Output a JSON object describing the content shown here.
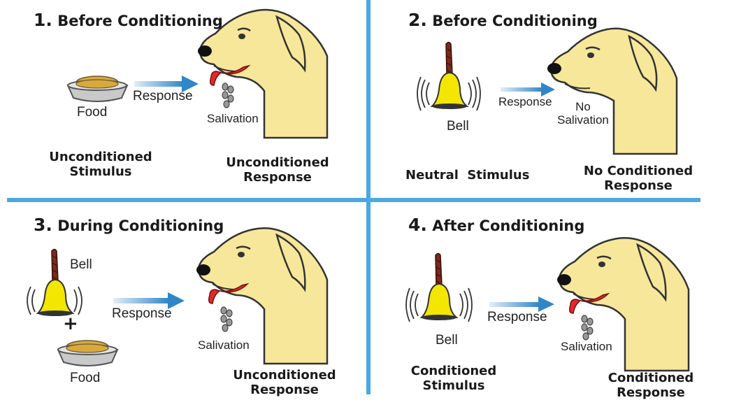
{
  "panels": [
    {
      "number": "1.",
      "title": "Before Conditioning",
      "stimulus_icon": "food-bowl",
      "stimulus_label": "Food",
      "arrow_label": "Response",
      "dog_state": "tongue-out",
      "response_label": "Salivation",
      "stimulus_caption": [
        "Unconditioned",
        "Stimulus"
      ],
      "response_caption": [
        "Unconditioned",
        "Response"
      ]
    },
    {
      "number": "2.",
      "title": "Before Conditioning",
      "stimulus_icon": "bell",
      "stimulus_label": "Bell",
      "arrow_label": "Response",
      "dog_state": "mouth-closed",
      "response_label": [
        "No",
        "Salivation"
      ],
      "stimulus_caption": "Neutral  Stimulus",
      "response_caption": [
        "No Conditioned",
        "Response"
      ]
    },
    {
      "number": "3.",
      "title": "During Conditioning",
      "stimulus_icon": "bell-plus-food",
      "bell_label": "Bell",
      "plus": "+",
      "food_label": "Food",
      "arrow_label": "Response",
      "dog_state": "tongue-out",
      "response_label": "Salivation",
      "response_caption": [
        "Unconditioned",
        "Response"
      ]
    },
    {
      "number": "4.",
      "title": "After Conditioning",
      "stimulus_icon": "bell",
      "stimulus_label": "Bell",
      "arrow_label": "Response",
      "dog_state": "tongue-out",
      "response_label": "Salivation",
      "stimulus_caption": [
        "Conditioned",
        "Stimulus"
      ],
      "response_caption": [
        "Conditioned",
        "Response"
      ]
    }
  ],
  "colors": {
    "divider": "#4aa8e6",
    "dog_fur": "#f7e79a",
    "tongue": "#e0282c",
    "bell": "#f3e600",
    "bell_handle": "#7a2a1e",
    "arrow": "#2f86c8",
    "bowl": "#c9c9c9",
    "kibble": "#d9a93a"
  }
}
